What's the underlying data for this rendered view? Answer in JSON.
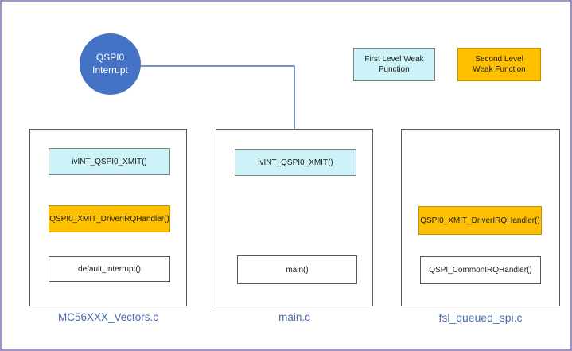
{
  "bubble": {
    "label": "QSPI0 Interrupt"
  },
  "legend": [
    {
      "label": "First Level Weak Function"
    },
    {
      "label": "Second Level Weak Function"
    }
  ],
  "columns": [
    {
      "file": "MC56XXX_Vectors.c",
      "boxes": [
        {
          "text": "ivINT_QSPI0_XMIT()",
          "level": "first"
        },
        {
          "text": "QSPI0_XMIT_DriverIRQHandler()",
          "level": "second"
        },
        {
          "text": "default_interrupt()",
          "level": "plain"
        }
      ]
    },
    {
      "file": "main.c",
      "boxes": [
        {
          "text": "ivINT_QSPI0_XMIT()",
          "level": "first"
        },
        {
          "text": "main()",
          "level": "plain"
        }
      ]
    },
    {
      "file": "fsl_queued_spi.c",
      "boxes": [
        {
          "text": "QSPI0_XMIT_DriverIRQHandler()",
          "level": "second"
        },
        {
          "text": "QSPI_CommonIRQHandler()",
          "level": "plain"
        }
      ]
    }
  ],
  "colors": {
    "accent-blue": "#4472c4",
    "first-level-fill": "#cdf3f8",
    "first-level-border": "#808080",
    "second-level-fill": "#ffc000",
    "second-level-border": "#bf9000",
    "container-border": "#595959",
    "frame-border": "#a392c7",
    "file-label-color": "#4a6aae"
  }
}
